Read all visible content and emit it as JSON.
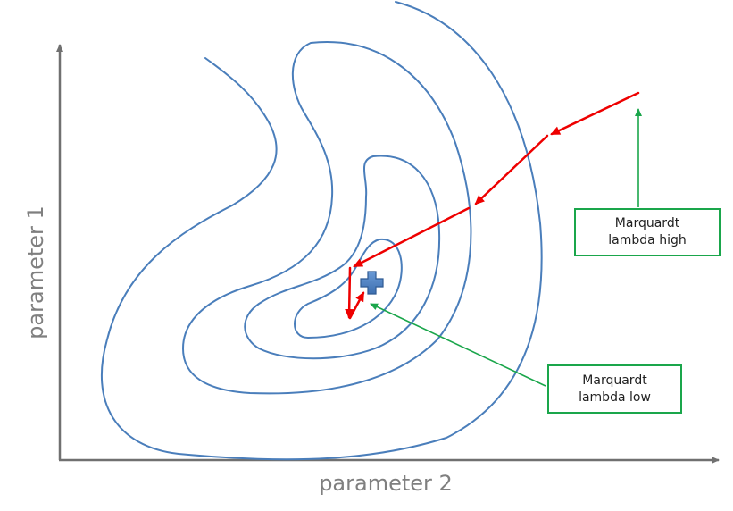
{
  "axes": {
    "x_label": "parameter 2",
    "y_label": "parameter 1"
  },
  "annotations": {
    "high": {
      "line1": "Marquardt",
      "line2": "lambda high"
    },
    "low": {
      "line1": "Marquardt",
      "line2": "lambda low"
    }
  },
  "colors": {
    "axis": "#707070",
    "contour": "#4a7ebb",
    "path": "#ee0000",
    "annotation": "#1aa64b",
    "minimum_marker": "#4a7ebb"
  },
  "icons": {
    "minimum": "plus-cross-icon"
  }
}
